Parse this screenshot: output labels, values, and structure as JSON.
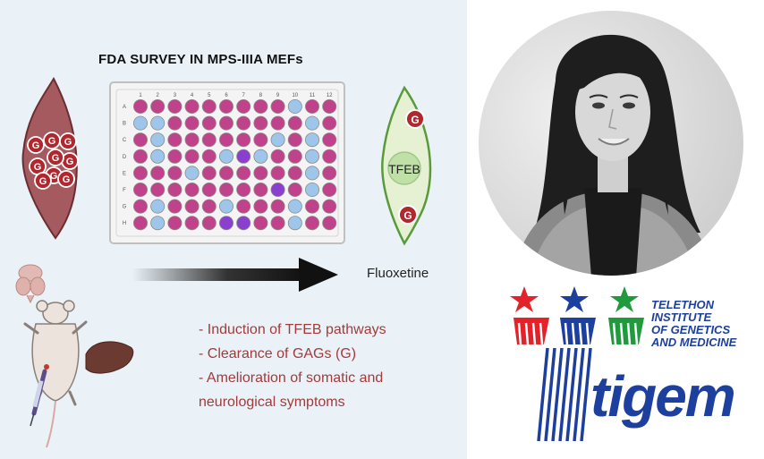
{
  "title": "FDA SURVEY IN MPS-IIIA MEFs",
  "plate": {
    "columns": [
      "1",
      "2",
      "3",
      "4",
      "5",
      "6",
      "7",
      "8",
      "9",
      "10",
      "11",
      "12"
    ],
    "rows": [
      "A",
      "B",
      "C",
      "D",
      "E",
      "F",
      "G",
      "H"
    ],
    "blue_wells": [
      [
        0,
        9
      ],
      [
        1,
        0
      ],
      [
        1,
        1
      ],
      [
        1,
        10
      ],
      [
        2,
        1
      ],
      [
        2,
        8
      ],
      [
        2,
        10
      ],
      [
        3,
        1
      ],
      [
        3,
        5
      ],
      [
        3,
        7
      ],
      [
        3,
        10
      ],
      [
        4,
        3
      ],
      [
        4,
        10
      ],
      [
        5,
        10
      ],
      [
        6,
        1
      ],
      [
        6,
        5
      ],
      [
        6,
        9
      ],
      [
        7,
        1
      ],
      [
        7,
        9
      ]
    ],
    "purple_wells": [
      [
        3,
        6
      ],
      [
        5,
        8
      ],
      [
        7,
        5
      ],
      [
        7,
        6
      ]
    ],
    "colors": {
      "pink": "#c0428a",
      "blue": "#9ec6ea",
      "purple": "#8b3fcf",
      "plate": "#f4f4f4"
    }
  },
  "cell_left": {
    "gag_label": "G",
    "count": 9
  },
  "cell_right": {
    "label": "TFEB",
    "gag_label": "G"
  },
  "drug": "Fluoxetine",
  "outcomes": [
    "- Induction of TFEB pathways",
    "- Clearance of GAGs (G)",
    "- Amelioration of somatic and",
    "neurological symptoms"
  ],
  "logo": {
    "lines": [
      "TELETHON",
      "INSTITUTE",
      "OF GENETICS",
      "AND MEDICINE"
    ],
    "brand": "tigem",
    "colors": {
      "red": "#e3222a",
      "blue": "#1d3f9e",
      "green": "#1f9a3c"
    }
  }
}
